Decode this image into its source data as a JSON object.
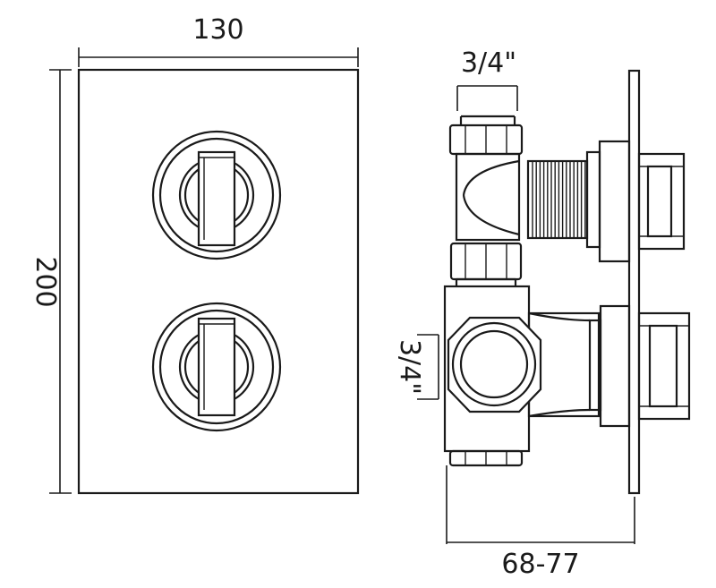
{
  "dimensions": {
    "width": "130",
    "height": "200",
    "top_inlet": "3/4\"",
    "side_inlet": "3/4\"",
    "depth": "68-77"
  },
  "colors": {
    "line": "#1a1a1a",
    "background": "#ffffff"
  }
}
